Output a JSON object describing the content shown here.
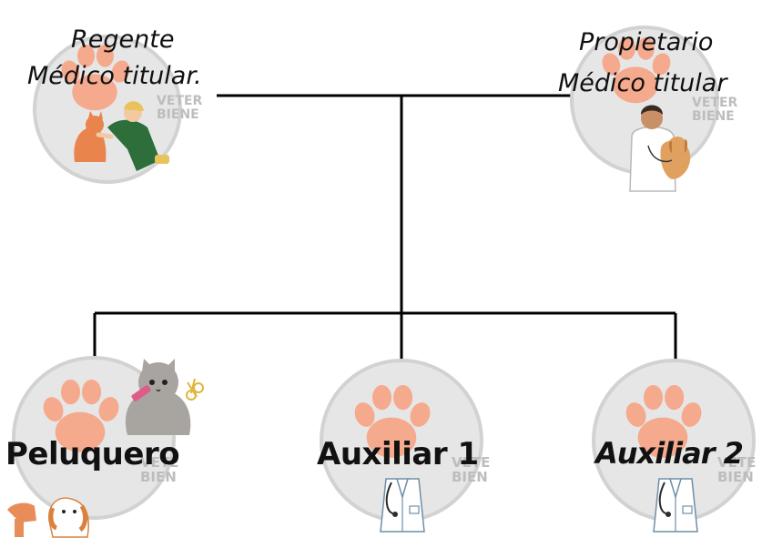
{
  "nodes": {
    "regente": {
      "line1": "Regente",
      "line2": "Médico titular.",
      "watermark1": "VETER",
      "watermark2": "BIENE"
    },
    "propietario": {
      "line1": "Propietario",
      "line2": "Médico titular",
      "watermark1": "VETER",
      "watermark2": "BIENE"
    },
    "peluquero": {
      "label": "Peluquero",
      "watermark1": "VETE",
      "watermark2": "BIEN"
    },
    "auxiliar1": {
      "label": "Auxiliar 1",
      "watermark1": "VETE",
      "watermark2": "BIEN"
    },
    "auxiliar2": {
      "label": "Auxiliar 2",
      "watermark1": "VETE",
      "watermark2": "BIEN"
    }
  },
  "colors": {
    "circle_fill": "#e6e6e6",
    "circle_stroke": "#d2d2d2",
    "paw": "#f5a98d",
    "connector": "#000000",
    "watermark": "#bdbdbd"
  },
  "icons": {
    "regente": "vet-with-cat-icon",
    "propietario": "vet-with-puppy-icon",
    "peluquero": "grooming-cat-icon",
    "auxiliar": "lab-coat-stethoscope-icon"
  }
}
